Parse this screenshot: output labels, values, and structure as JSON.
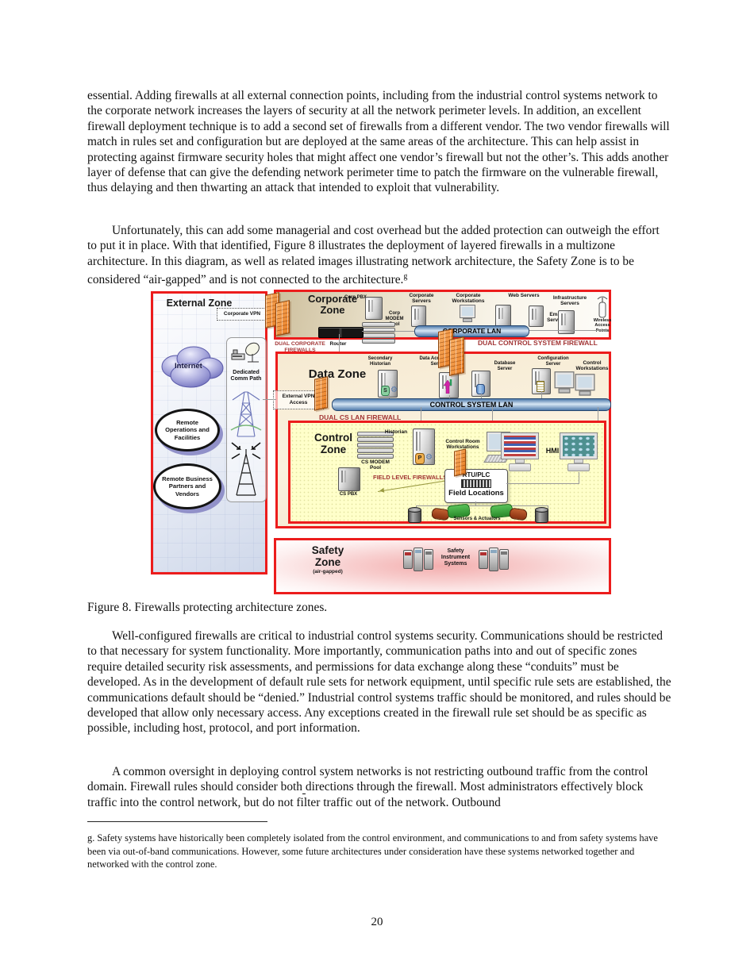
{
  "page": {
    "number": "20",
    "paragraphs": {
      "p1": "essential. Adding firewalls at all external connection points, including from the industrial control systems network to the corporate network increases the layers of security at all the network perimeter levels. In addition, an excellent firewall deployment technique is to add a second set of firewalls from a different vendor. The two vendor firewalls will match in rules set and configuration but are deployed at the same areas of the architecture. This can help assist in protecting against firmware security holes that might affect one vendor’s firewall but not the other’s. This adds another layer of defense that can give the defending network perimeter time to patch the firmware on the vulnerable firewall, thus delaying and then thwarting an attack that intended to exploit that vulnerability.",
      "p2_main": "Unfortunately, this can add some managerial and cost overhead but the added protection can outweigh the effort to put it in place. With that identified, Figure 8 illustrates the deployment of layered firewalls in a multizone architecture. In this diagram, as well as related images illustrating network architecture, the Safety Zone is to be considered “air-gapped” and is not connected to the architecture.",
      "p2_sup": "g",
      "p3": "Well-configured firewalls are critical to industrial control systems security. Communications should be restricted to that necessary for system functionality. More importantly, communication paths into and out of specific zones require detailed security risk assessments, and permissions for data exchange along these “conduits” must be developed. As in the development of default rule sets for network equipment, until specific rule sets are established, the communications default should be “denied.” Industrial control systems traffic should be monitored, and rules should be developed that allow only necessary access. Any exceptions created in the firewall rule set should be as specific as possible, including host, protocol, and port information.",
      "p4_a": "A common oversight in deploying control system networks is not restricting outbound traffic from the control domain. Firewall rules should consider both",
      "p4_b": "directions through the firewall. Most administrators effectively block traffic into the control network, but do not filter traffic out of the network. Outbound"
    },
    "figure_caption": "Figure 8. Firewalls protecting architecture zones.",
    "footnote": "g. Safety systems have historically been completely isolated from the control environment, and communications to and from safety systems have been via out-of-band communications. However, some future architectures under consideration have these systems networked together and networked with the control zone."
  },
  "figure": {
    "external": {
      "title": "External Zone",
      "corporate_vpn": "Corporate VPN",
      "internet": "Internet",
      "dedicated_comm_path": "Dedicated Comm Path",
      "remote_operations": "Remote Operations and Facilities",
      "remote_business": "Remote Business Partners and Vendors"
    },
    "corporate": {
      "title": "Corporate Zone",
      "corp_pbx": "Corp PBX",
      "corp_modem_pool": "Corp MODEM Pool",
      "router": "Router",
      "corporate_servers": "Corporate Servers",
      "corporate_workstations": "Corporate Workstations",
      "web_servers": "Web Servers",
      "email_servers": "Email Servers",
      "infrastructure_servers": "Infrastructure Servers",
      "wireless_access_points": "Wireless Access Points",
      "lan": "CORPORATE LAN"
    },
    "firewall_labels": {
      "dual_corporate": "DUAL CORPORATE FIREWALLS",
      "dual_control_system": "DUAL CONTROL SYSTEM FIREWALL",
      "dual_cs_lan": "DUAL CS LAN FIREWALL",
      "field_level": "FIELD LEVEL FIREWALLS"
    },
    "data": {
      "title": "Data Zone",
      "external_vpn": "External VPN Access",
      "secondary_historian": "Secondary Historian",
      "data_acquisition_server": "Data Acquisition Server",
      "database_server": "Database Server",
      "configuration_server": "Configuration Server",
      "control_workstations": "Control Workstations",
      "lan": "CONTROL SYSTEM LAN"
    },
    "control": {
      "title": "Control Zone",
      "historian": "Historian",
      "cs_modem_pool": "CS MODEM Pool",
      "cs_pbx": "CS PBX",
      "control_room_workstations": "Control Room Workstations",
      "hmi": "HMI",
      "rtu_plc": "RTU/PLC",
      "field_locations": "Field Locations",
      "sensors_actuators": "Sensors & Actuators"
    },
    "safety": {
      "title_line1": "Safety",
      "title_line2": "Zone",
      "subtitle": "(air-gapped)",
      "systems": "Safety Instrument Systems"
    },
    "colors": {
      "zone_border_red": "#ec1c1c",
      "firewall_orange": "#ef9448",
      "lan_blue": "#6f94c2",
      "control_zone_yellow": "#ffffca",
      "safety_zone_pink": "#f3aeae",
      "red_label": "#a23535"
    }
  }
}
